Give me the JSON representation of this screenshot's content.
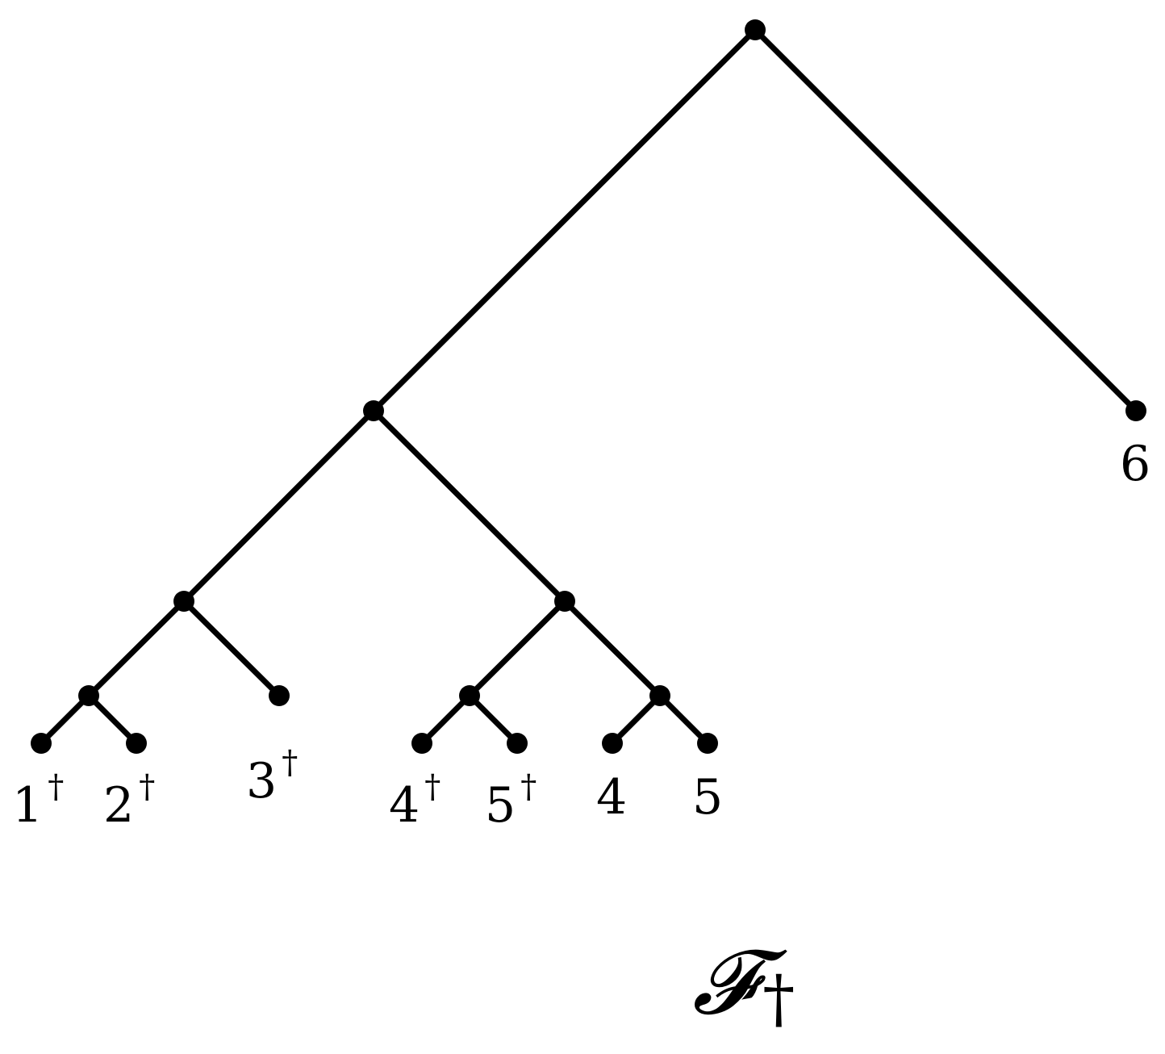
{
  "diagram": {
    "caption": {
      "symbol": "𝓕",
      "subscript": "†"
    },
    "leaves": [
      {
        "id": "leaf-1d",
        "label": "1",
        "mark": "†"
      },
      {
        "id": "leaf-2d",
        "label": "2",
        "mark": "†"
      },
      {
        "id": "leaf-3d",
        "label": "3",
        "mark": "†"
      },
      {
        "id": "leaf-4d",
        "label": "4",
        "mark": "†"
      },
      {
        "id": "leaf-5d",
        "label": "5",
        "mark": "†"
      },
      {
        "id": "leaf-4",
        "label": "4",
        "mark": ""
      },
      {
        "id": "leaf-5",
        "label": "5",
        "mark": ""
      },
      {
        "id": "leaf-6",
        "label": "6",
        "mark": ""
      }
    ],
    "edges": [
      [
        "root",
        "n1"
      ],
      [
        "root",
        "leaf-6"
      ],
      [
        "n1",
        "n2"
      ],
      [
        "n1",
        "n3"
      ],
      [
        "n2",
        "n4"
      ],
      [
        "n2",
        "leaf-3d"
      ],
      [
        "n4",
        "leaf-1d"
      ],
      [
        "n4",
        "leaf-2d"
      ],
      [
        "n3",
        "n5"
      ],
      [
        "n3",
        "n6"
      ],
      [
        "n5",
        "leaf-4d"
      ],
      [
        "n5",
        "leaf-5d"
      ],
      [
        "n6",
        "leaf-4"
      ],
      [
        "n6",
        "leaf-5"
      ]
    ]
  }
}
